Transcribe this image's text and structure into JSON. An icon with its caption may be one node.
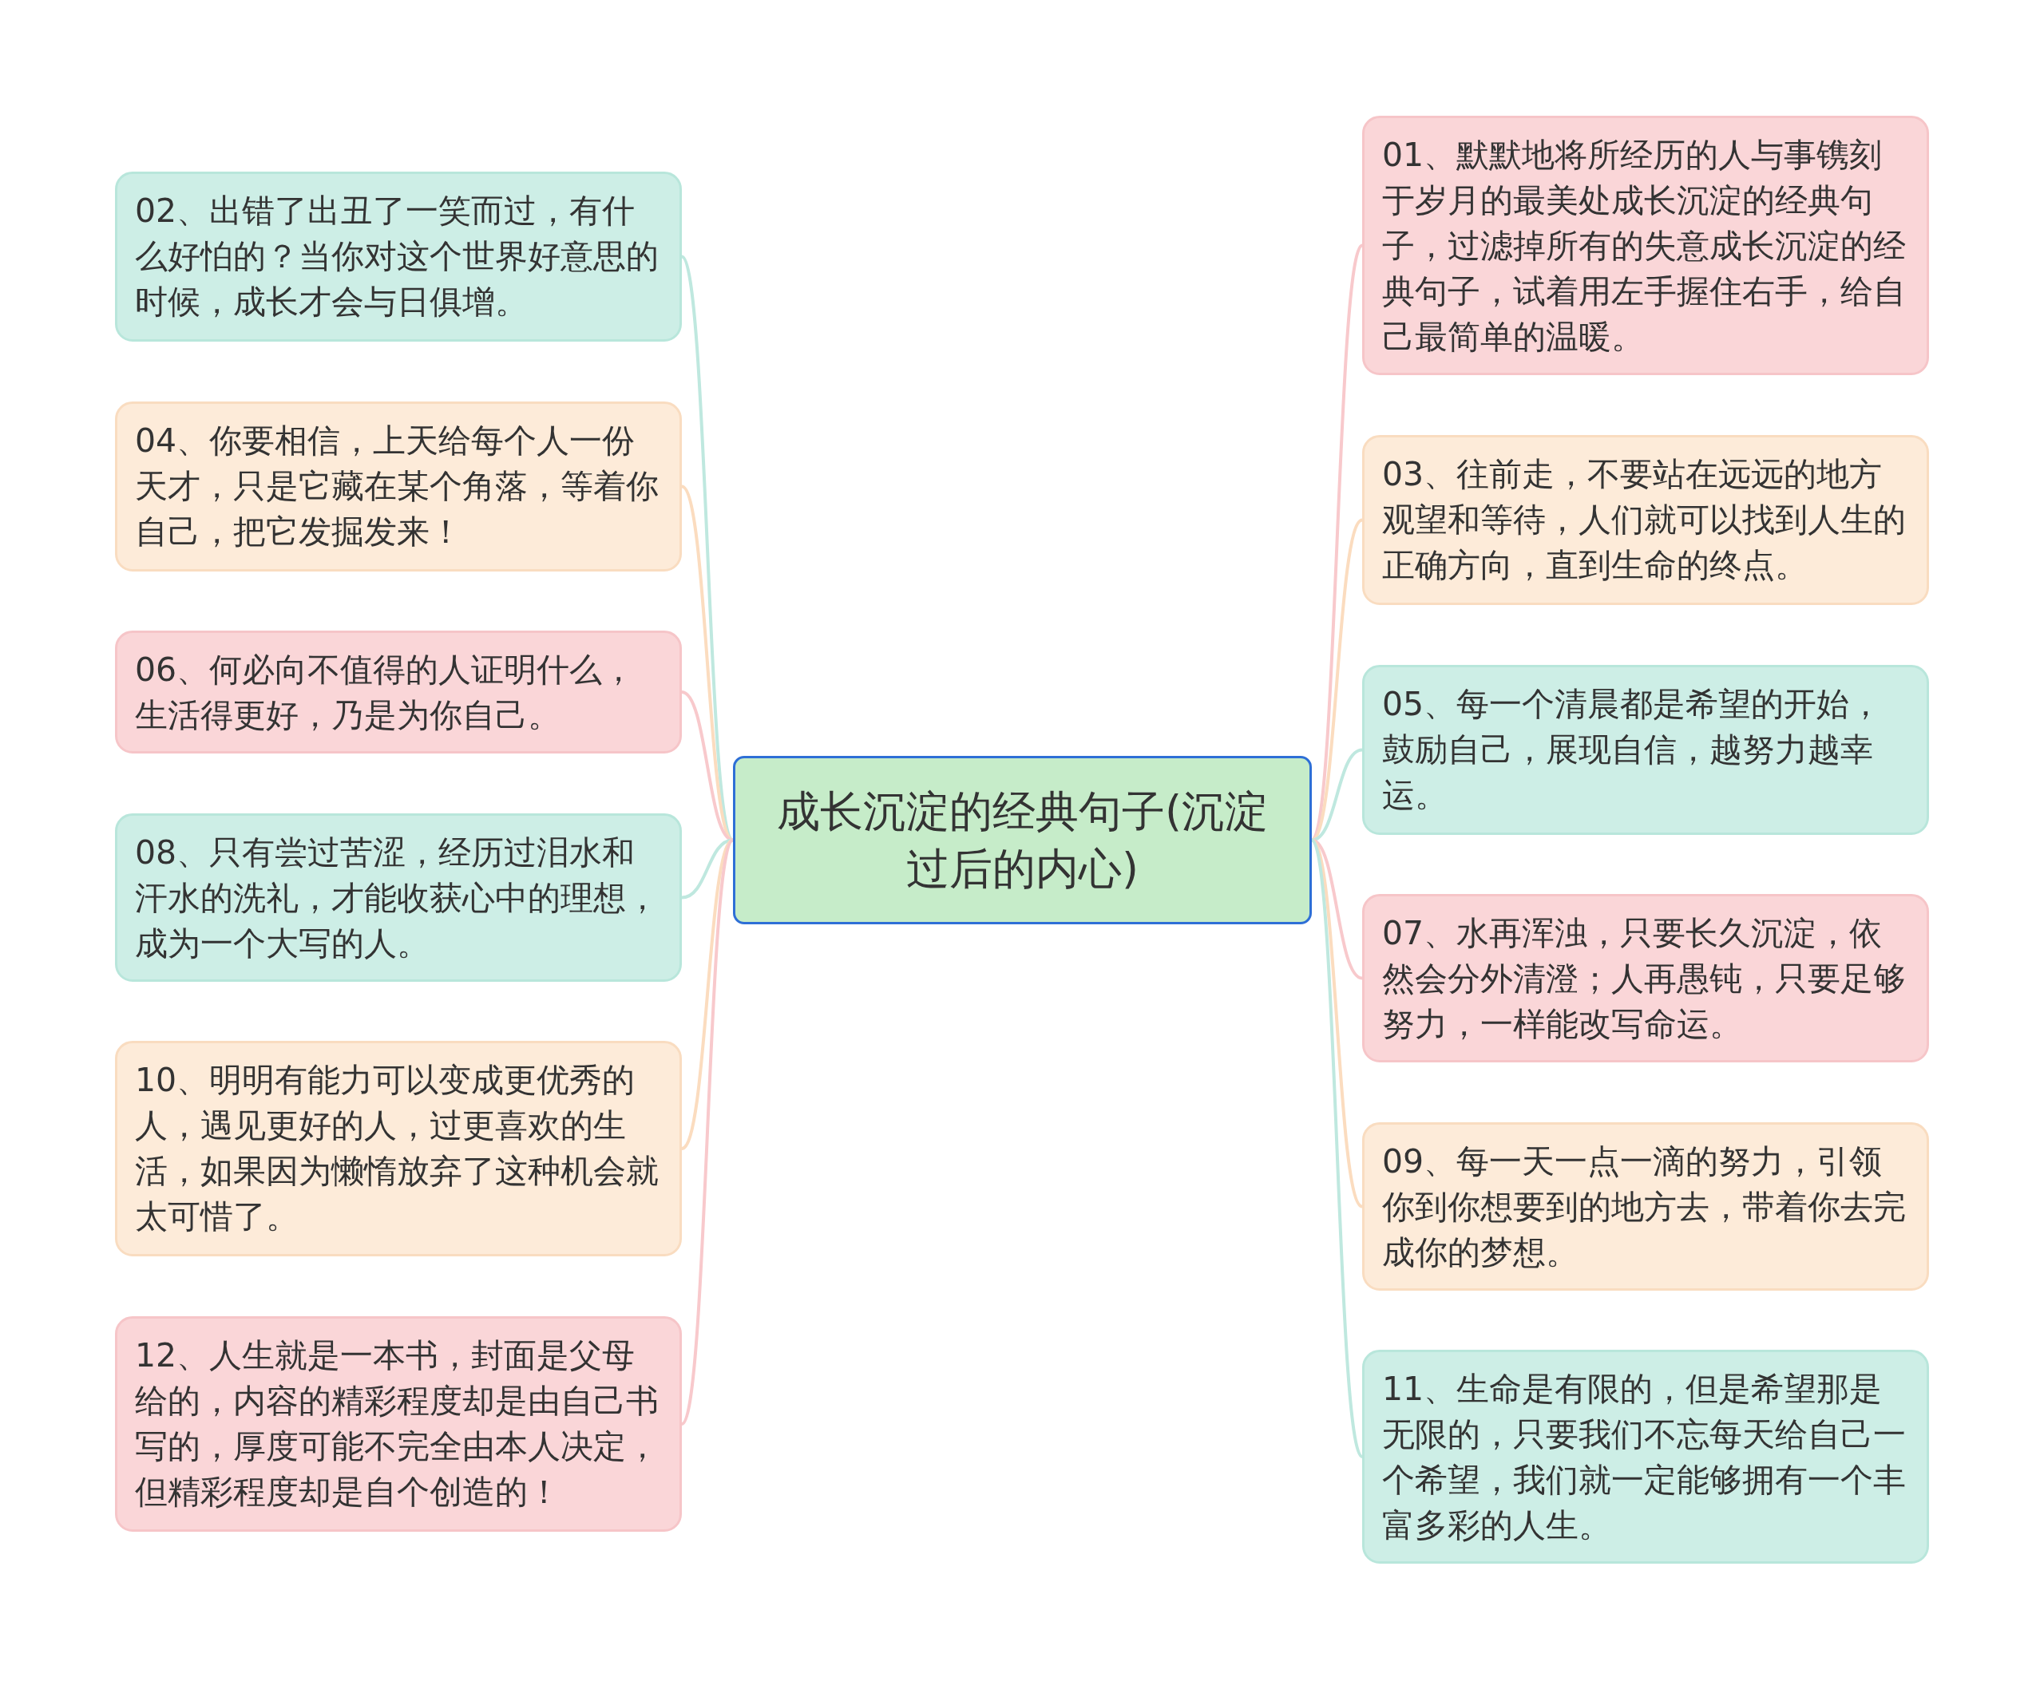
{
  "diagram": {
    "nodes": [
      {
        "text": [
          "成长沉淀的经典句子(沉淀过后的内心)"
        ]
      },
      {
        "text": [
          "01、默默地将所经历的人与事镌刻于岁月的最美处成长沉淀的经典句子，过滤掉所有的失意成长沉淀的经典句子，试着用左手握住右手，给自己最简单的温暖。"
        ]
      },
      {
        "text": [
          "02、出错了出丑了一笑而过，有什么好怕的？当你对这个世界好意思的时候，成长才会与日俱增。"
        ]
      },
      {
        "text": [
          "03、往前走，不要站在远远的地方观望和等待，人们就可以找到人生的正确方向，直到生命的终点。"
        ]
      },
      {
        "text": [
          "04、你要相信，上天给每个人一份天才，只是它藏在某个角落，等着你自己，把它发掘发来！"
        ]
      },
      {
        "text": [
          "05、每一个清晨都是希望的开始，鼓励自己，展现自信，越努力越幸运。"
        ]
      },
      {
        "text": [
          "06、何必向不值得的人证明什么，生活得更好，乃是为你自己。"
        ]
      },
      {
        "text": [
          "07、水再浑浊，只要长久沉淀，依然会分外清澄；人再愚钝，只要足够努力，一样能改写命运。"
        ]
      },
      {
        "text": [
          "08、只有尝过苦涩，经历过泪水和汗水的洗礼，才能收获心中的理想，成为一个大写的人。"
        ]
      },
      {
        "text": [
          "09、每一天一点一滴的努力，引领你到你想要到的地方去，带着你去完成你的梦想。"
        ]
      },
      {
        "text": [
          "10、明明有能力可以变成更优秀的人，遇见更好的人，过更喜欢的生活，如果因为懒惰放弃了这种机会就太可惜了。"
        ]
      },
      {
        "text": [
          "11、生命是有限的，但是希望那是无限的，只要我们不忘每天给自己一个希望，我们就一定能够拥有一个丰富多彩的人生。"
        ]
      },
      {
        "text": [
          "12、人生就是一本书，封面是父母给的，内容的精彩程度却是由自己书写的，厚度可能不完全由本人决定，但精彩程度却是自个创造的！"
        ]
      }
    ],
    "edges": [
      {
        "from": 0,
        "to": 1,
        "arrow": "none",
        "color": "#f8c9cc"
      },
      {
        "from": 0,
        "to": 2,
        "arrow": "none",
        "color": "#bfe8df"
      },
      {
        "from": 0,
        "to": 3,
        "arrow": "none",
        "color": "#fbdcbf"
      },
      {
        "from": 0,
        "to": 4,
        "arrow": "none",
        "color": "#fbdcbf"
      },
      {
        "from": 0,
        "to": 5,
        "arrow": "none",
        "color": "#bfe8df"
      },
      {
        "from": 0,
        "to": 6,
        "arrow": "none",
        "color": "#f8c9cc"
      },
      {
        "from": 0,
        "to": 7,
        "arrow": "none",
        "color": "#f8c9cc"
      },
      {
        "from": 0,
        "to": 8,
        "arrow": "none",
        "color": "#bfe8df"
      },
      {
        "from": 0,
        "to": 9,
        "arrow": "none",
        "color": "#fbdcbf"
      },
      {
        "from": 0,
        "to": 10,
        "arrow": "none",
        "color": "#fbdcbf"
      },
      {
        "from": 0,
        "to": 11,
        "arrow": "none",
        "color": "#bfe8df"
      },
      {
        "from": 0,
        "to": 12,
        "arrow": "none",
        "color": "#f8c9cc"
      }
    ]
  }
}
